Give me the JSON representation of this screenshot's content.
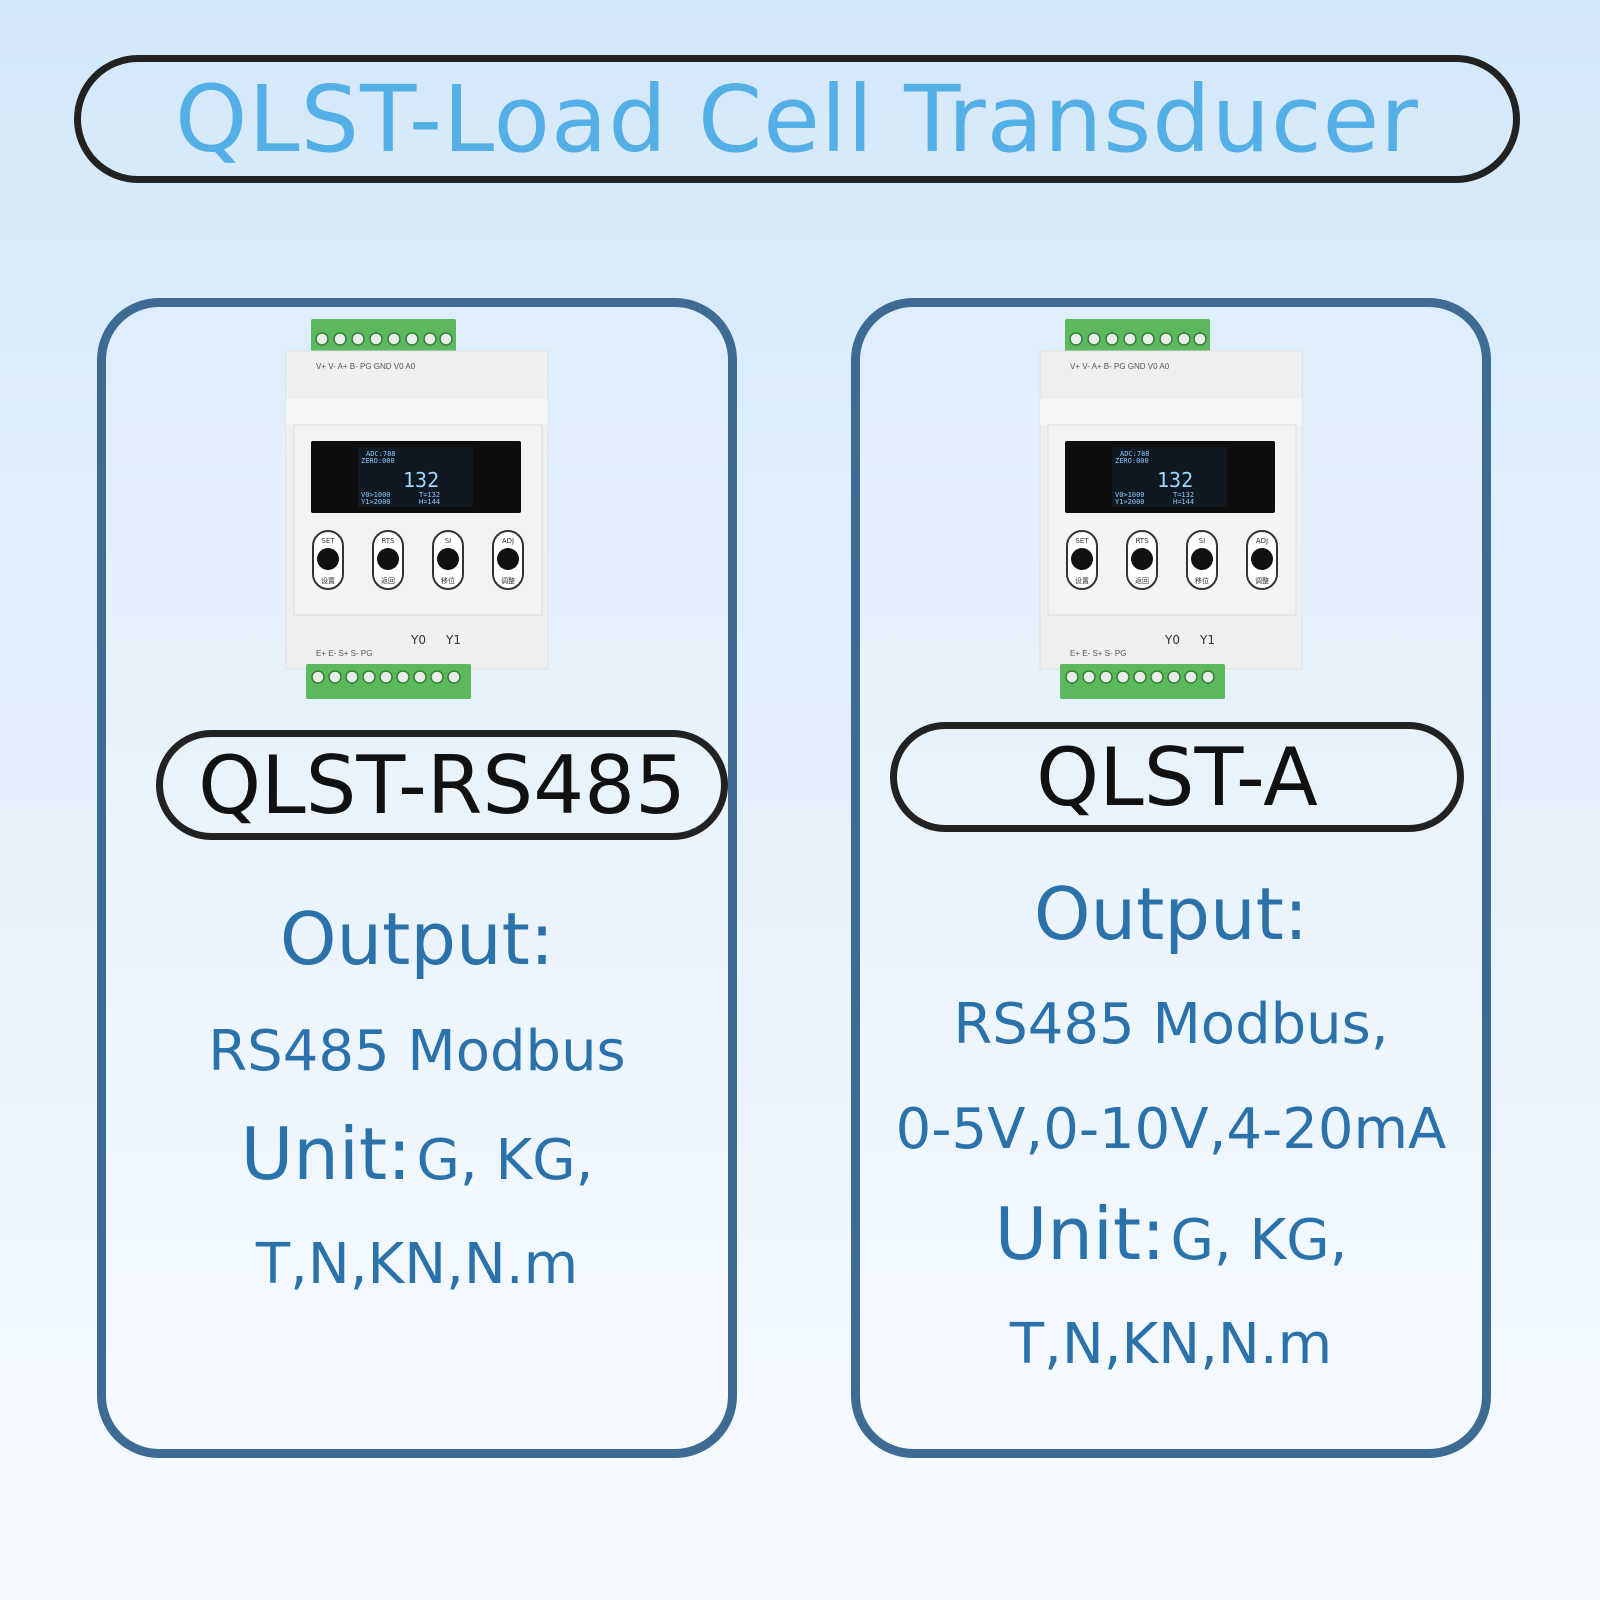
{
  "title": "QLST-Load Cell Transducer",
  "device_labels": {
    "top_terminals": "V+  V-  A+  B-  PG GND V0  A0",
    "bottom_terminals": "E+  E-  S+  S-  PG",
    "y0": "Y0",
    "y1": "Y1",
    "buttons": [
      "SET",
      "RTS",
      "SI",
      "ADJ"
    ],
    "button_sub": [
      "设置",
      "返回",
      "移位",
      "调整"
    ],
    "screen": {
      "line1": "ADC:788",
      "line2": "ZERO:000",
      "reading": "132",
      "line3": "V0>1000",
      "line4": "Y1>2000",
      "t": "T=132",
      "h": "H=144"
    }
  },
  "cards": [
    {
      "model": "QLST-RS485",
      "output_label": "Output:",
      "output_lines": [
        "RS485 Modbus"
      ],
      "unit_label": "Unit:",
      "unit_values": "G, KG,",
      "unit_values_2": "T,N,KN,N.m"
    },
    {
      "model": "QLST-A",
      "output_label": "Output:",
      "output_lines": [
        "RS485 Modbus,",
        "0-5V,0-10V,4-20mA"
      ],
      "unit_label": "Unit:",
      "unit_values": "G, KG,",
      "unit_values_2": "T,N,KN,N.m"
    }
  ],
  "colors": {
    "title": "#54afe6",
    "card_border": "#3d6b94",
    "spec_text": "#2c72aa",
    "terminal_green": "#5cb85c"
  }
}
